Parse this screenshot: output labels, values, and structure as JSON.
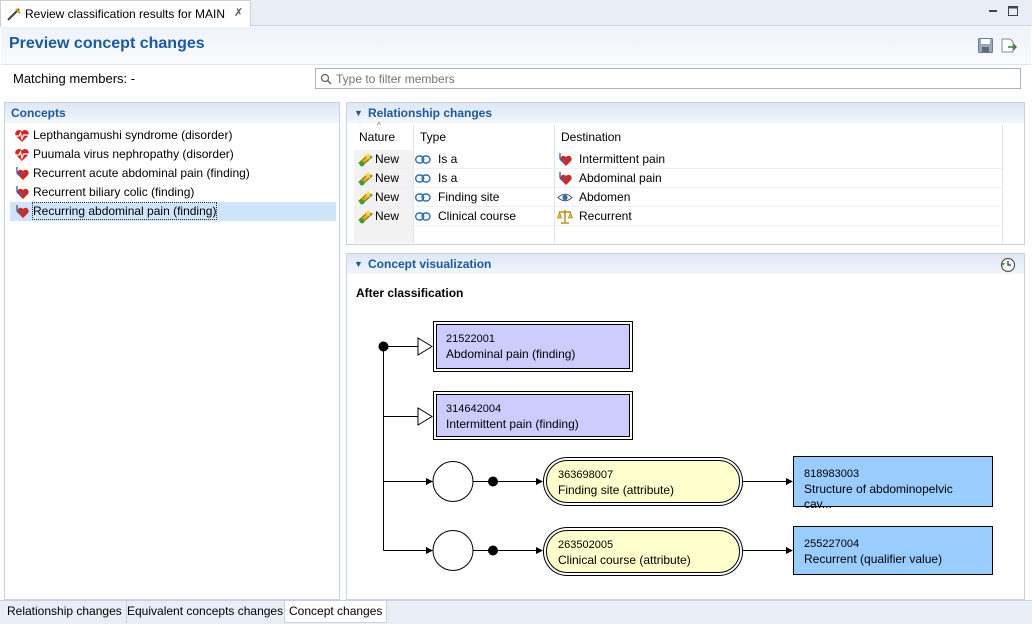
{
  "editor_tab": {
    "title": "Review classification results for MAIN",
    "close": "✗"
  },
  "header": {
    "title": "Preview concept changes"
  },
  "filter": {
    "label": "Matching members: -",
    "placeholder": "Type to filter members"
  },
  "concepts": {
    "title": "Concepts",
    "items": [
      {
        "label": "Lepthangamushi syndrome (disorder)",
        "icon": "heart-pulse-icon"
      },
      {
        "label": "Puumala virus nephropathy (disorder)",
        "icon": "heart-pulse-icon"
      },
      {
        "label": "Recurrent acute abdominal pain (finding)",
        "icon": "heart-stethoscope-icon"
      },
      {
        "label": "Recurrent biliary colic (finding)",
        "icon": "heart-stethoscope-icon"
      },
      {
        "label": "Recurring abdominal pain (finding)",
        "icon": "heart-stethoscope-icon",
        "selected": true
      }
    ]
  },
  "relationships": {
    "title": "Relationship changes",
    "columns": [
      "Nature",
      "Type",
      "Destination"
    ],
    "rows": [
      {
        "nature": "New",
        "type": "Is a",
        "destination": "Intermittent pain",
        "dest_icon": "heart-stethoscope-icon"
      },
      {
        "nature": "New",
        "type": "Is a",
        "destination": "Abdominal pain",
        "dest_icon": "heart-stethoscope-icon"
      },
      {
        "nature": "New",
        "type": "Finding site",
        "destination": "Abdomen",
        "dest_icon": "eye-icon"
      },
      {
        "nature": "New",
        "type": "Clinical course",
        "destination": "Recurrent",
        "dest_icon": "scales-icon"
      }
    ]
  },
  "visualization": {
    "title": "Concept visualization",
    "caption": "After classification",
    "parents": [
      {
        "id": "21522001",
        "name": "Abdominal pain (finding)"
      },
      {
        "id": "314642004",
        "name": "Intermittent pain (finding)"
      }
    ],
    "attributes": [
      {
        "type_id": "363698007",
        "type_name": "Finding site (attribute)",
        "value_id": "818983003",
        "value_name": "Structure of abdominopelvic cav..."
      },
      {
        "type_id": "263502005",
        "type_name": "Clinical course (attribute)",
        "value_id": "255227004",
        "value_name": "Recurrent (qualifier value)"
      }
    ]
  },
  "bottom_tabs": [
    "Relationship changes",
    "Equivalent concepts changes",
    "Concept changes"
  ],
  "colors": {
    "accent": "#1a5aa0",
    "parent_box": "#ccccff",
    "attribute_box": "#ffffcc",
    "value_box": "#99ccff",
    "selection": "#cde4fb"
  }
}
